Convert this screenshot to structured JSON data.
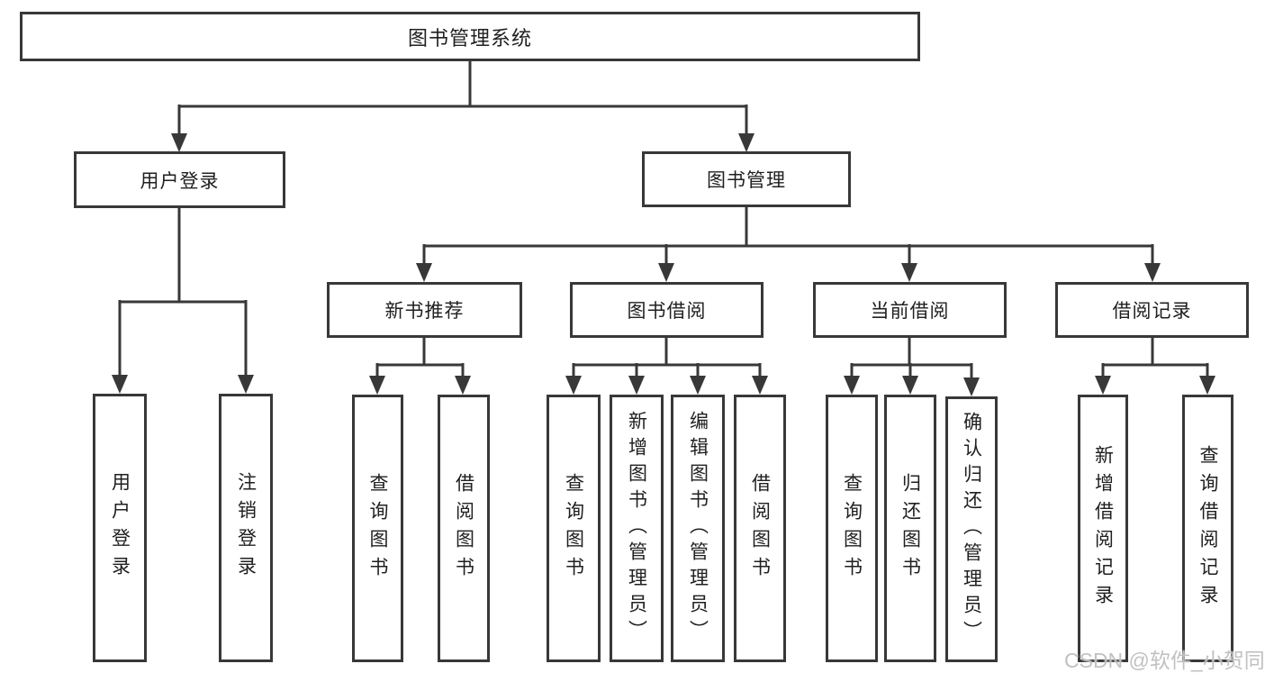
{
  "tree": {
    "label": "图书管理系统",
    "children": [
      {
        "label": "用户登录",
        "children": [
          {
            "label": "用户登录"
          },
          {
            "label": "注销登录"
          }
        ]
      },
      {
        "label": "图书管理",
        "children": [
          {
            "label": "新书推荐",
            "children": [
              {
                "label": "查询图书"
              },
              {
                "label": "借阅图书"
              }
            ]
          },
          {
            "label": "图书借阅",
            "children": [
              {
                "label": "查询图书"
              },
              {
                "label": "新增图书（管理员）"
              },
              {
                "label": "编辑图书（管理员）"
              },
              {
                "label": "借阅图书"
              }
            ]
          },
          {
            "label": "当前借阅",
            "children": [
              {
                "label": "查询图书"
              },
              {
                "label": "归还图书"
              },
              {
                "label": "确认归还（管理员）"
              }
            ]
          },
          {
            "label": "借阅记录",
            "children": [
              {
                "label": "新增借阅记录"
              },
              {
                "label": "查询借阅记录"
              }
            ]
          }
        ]
      }
    ]
  },
  "watermark": {
    "text": "CSDN @软件_小贺同学"
  },
  "colors": {
    "line": "#383838",
    "box_border": "#383838",
    "box_fill": "#ffffff",
    "text": "#202020",
    "watermark": "#bababa"
  }
}
